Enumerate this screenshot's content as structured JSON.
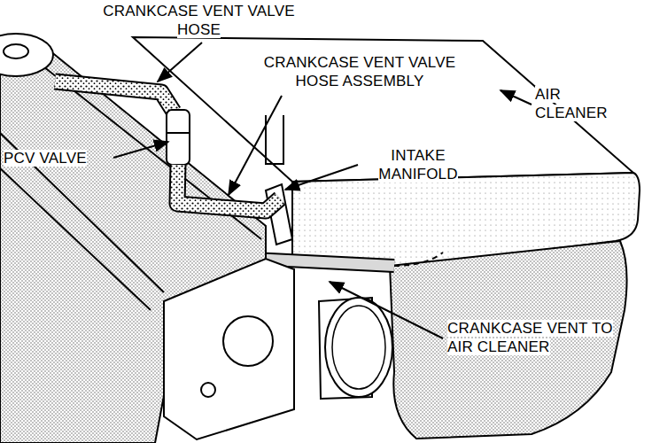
{
  "diagram": {
    "labels": [
      "CRANKCASE VENT VALVE HOSE",
      "CRANKCASE VENT VALVE HOSE ASSEMBLY",
      "AIR CLEANER",
      "PCV VALVE",
      "INTAKE MANIFOLD",
      "CRANKCASE VENT TO AIR CLEANER"
    ]
  }
}
